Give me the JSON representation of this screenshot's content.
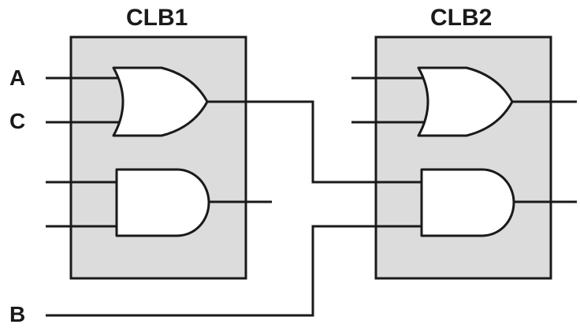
{
  "blocks": {
    "clb1": {
      "title": "CLB1"
    },
    "clb2": {
      "title": "CLB2"
    }
  },
  "signals": {
    "a": "A",
    "c": "C",
    "b": "B"
  },
  "colors": {
    "block_fill": "#dcdcdc",
    "gate_fill": "#ffffff",
    "line": "#1a1a1a",
    "text": "#1a1a1a"
  }
}
